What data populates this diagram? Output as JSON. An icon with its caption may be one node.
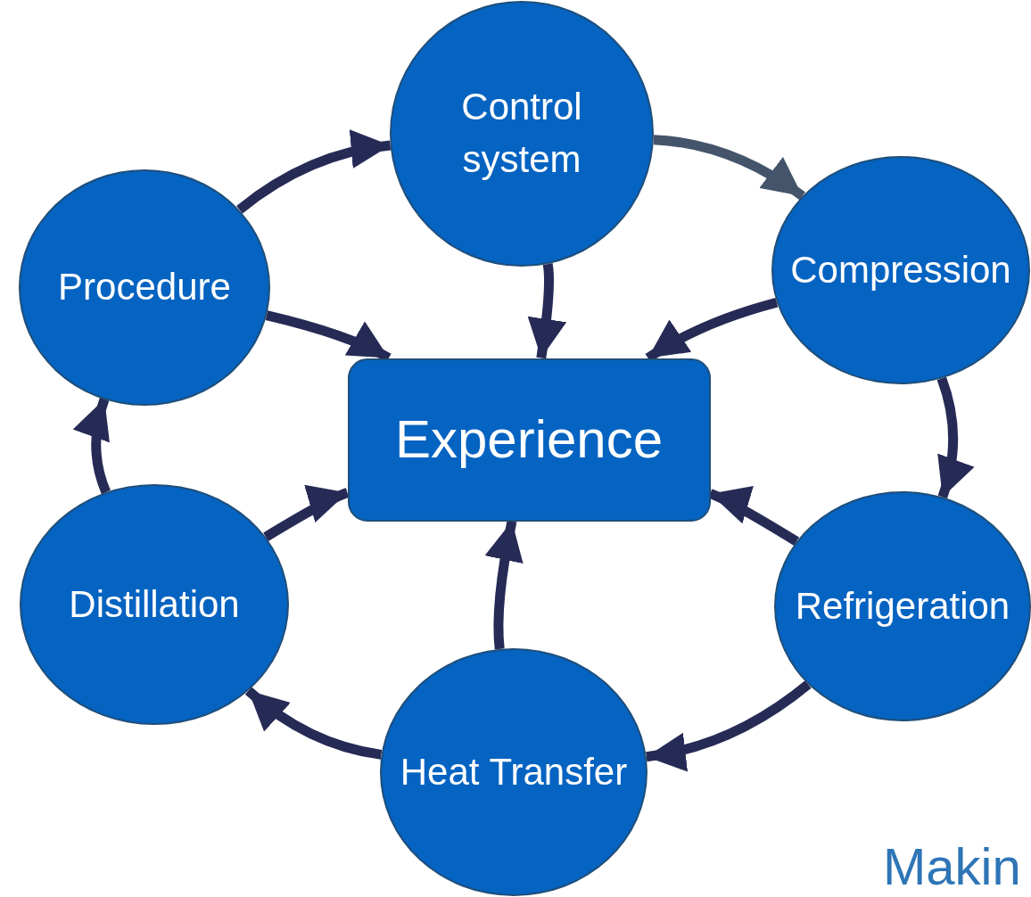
{
  "diagram": {
    "nodes": [
      {
        "text": [
          "Control system"
        ]
      },
      {
        "text": [
          "Compression"
        ]
      },
      {
        "text": [
          "Refrigeration"
        ]
      },
      {
        "text": [
          "Heat Transfer"
        ]
      },
      {
        "text": [
          "Distillation"
        ]
      },
      {
        "text": [
          "Procedure"
        ]
      },
      {
        "text": [
          "Experience"
        ]
      }
    ],
    "edges": [
      {
        "from": 0,
        "to": 1,
        "arrow": "to",
        "color": "#44546a"
      },
      {
        "from": 1,
        "to": 2,
        "arrow": "to"
      },
      {
        "from": 2,
        "to": 3,
        "arrow": "to"
      },
      {
        "from": 3,
        "to": 4,
        "arrow": "to"
      },
      {
        "from": 4,
        "to": 5,
        "arrow": "to"
      },
      {
        "from": 5,
        "to": 0,
        "arrow": "to"
      },
      {
        "from": 0,
        "to": 6,
        "arrow": "to"
      },
      {
        "from": 1,
        "to": 6,
        "arrow": "to"
      },
      {
        "from": 2,
        "to": 6,
        "arrow": "to"
      },
      {
        "from": 3,
        "to": 6,
        "arrow": "to"
      },
      {
        "from": 4,
        "to": 6,
        "arrow": "to"
      },
      {
        "from": 5,
        "to": 6,
        "arrow": "to"
      }
    ],
    "labels": [
      "Makin"
    ]
  }
}
